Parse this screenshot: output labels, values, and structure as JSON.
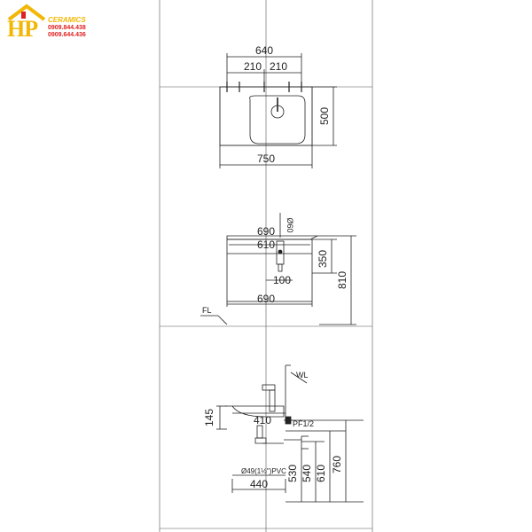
{
  "brand": {
    "logo_letters": "HP",
    "logo_word": "CERAMICS",
    "phone_1": "0909.844.438",
    "phone_2": "0909.644.436"
  },
  "top_view": {
    "dim_total_width": "640",
    "dim_left_spacing": "210",
    "dim_right_spacing": "210",
    "dim_depth": "500",
    "dim_basin_width": "750"
  },
  "front_view": {
    "dim_pipe_dia": "Ø60",
    "dim_upper_690": "690",
    "dim_inner_610": "610",
    "dim_cabinet_height": "350",
    "dim_drain": "100",
    "dim_floor_height": "810",
    "dim_bottom_690": "690",
    "floor_label": "FL"
  },
  "side_view": {
    "wall_label": "WL",
    "dim_145": "145",
    "dim_410": "410",
    "valve_label": "PF1/2",
    "pipe_label": "Ø49(1½\")PVC",
    "dim_440": "440",
    "dim_530": "530",
    "dim_540": "540",
    "dim_610": "610",
    "dim_760": "760"
  },
  "colors": {
    "line": "#222222",
    "grid": "#555555",
    "logo_gold": "#f2b705",
    "logo_red": "#e02020"
  }
}
